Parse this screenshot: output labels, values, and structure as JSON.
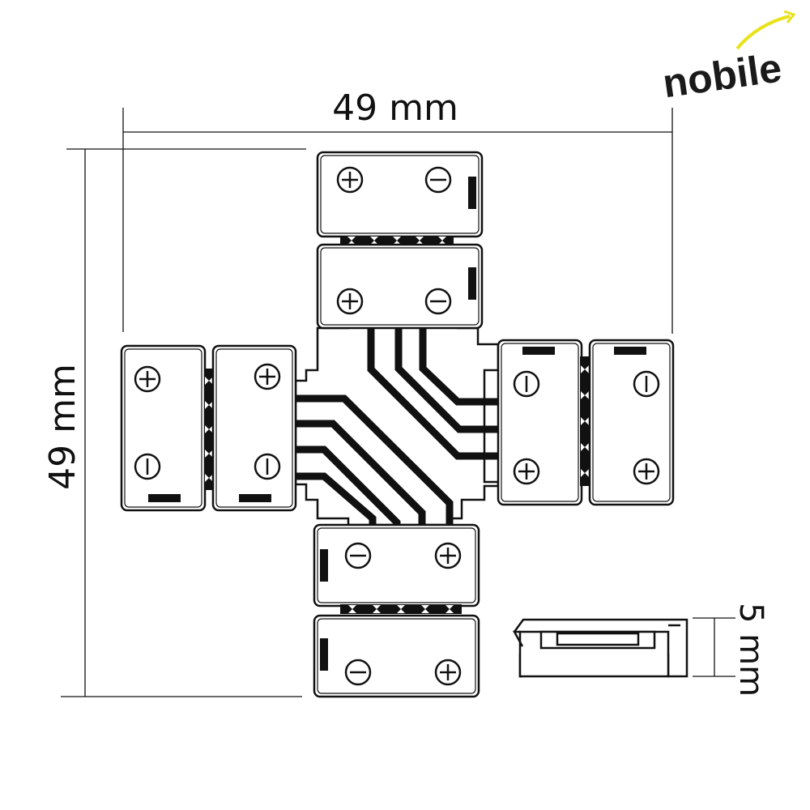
{
  "brand": {
    "name": "nobile",
    "swoosh_color": "#e8e21a"
  },
  "dimensions": {
    "width_label": "49 mm",
    "height_label": "49 mm",
    "thickness_label": "5 mm"
  },
  "symbols": {
    "plus": "+",
    "minus": "−"
  },
  "colors": {
    "line": "#111111",
    "fill": "#ffffff"
  }
}
